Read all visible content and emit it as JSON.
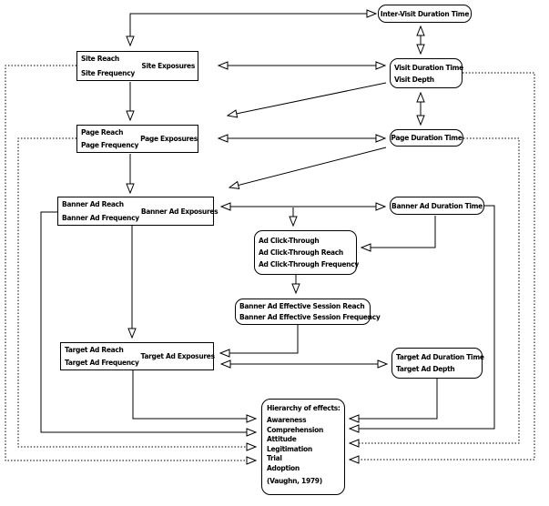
{
  "boxes": {
    "inter_visit_duration": {
      "label": "Inter-Visit Duration Time"
    },
    "site": {
      "reach": "Site Reach",
      "frequency": "Site Frequency",
      "exposures": "Site Exposures"
    },
    "visit": {
      "duration": "Visit Duration Time",
      "depth": "Visit Depth"
    },
    "page": {
      "reach": "Page Reach",
      "frequency": "Page Frequency",
      "exposures": "Page Exposures"
    },
    "page_duration": {
      "label": "Page Duration Time"
    },
    "banner": {
      "reach": "Banner Ad Reach",
      "frequency": "Banner Ad Frequency",
      "exposures": "Banner Ad Exposures"
    },
    "banner_duration": {
      "label": "Banner Ad Duration Time"
    },
    "click_through": {
      "line1": "Ad Click-Through",
      "line2": "Ad Click-Through Reach",
      "line3": "Ad Click-Through Frequency"
    },
    "effective_session": {
      "line1": "Banner Ad Effective Session Reach",
      "line2": "Banner Ad Effective Session Frequency"
    },
    "target": {
      "reach": "Target Ad Reach",
      "frequency": "Target Ad Frequency",
      "exposures": "Target Ad Exposures"
    },
    "target_duration": {
      "duration": "Target Ad Duration Time",
      "depth": "Target Ad Depth"
    },
    "hierarchy": {
      "title": "Hierarchy of effects:",
      "items": [
        "Awareness",
        "Comprehension",
        "Attitude",
        "Legitimation",
        "Trial",
        "Adoption"
      ],
      "citation": "(Vaughn, 1979)"
    }
  },
  "colors": {
    "line": "#000000",
    "background": "#ffffff"
  }
}
